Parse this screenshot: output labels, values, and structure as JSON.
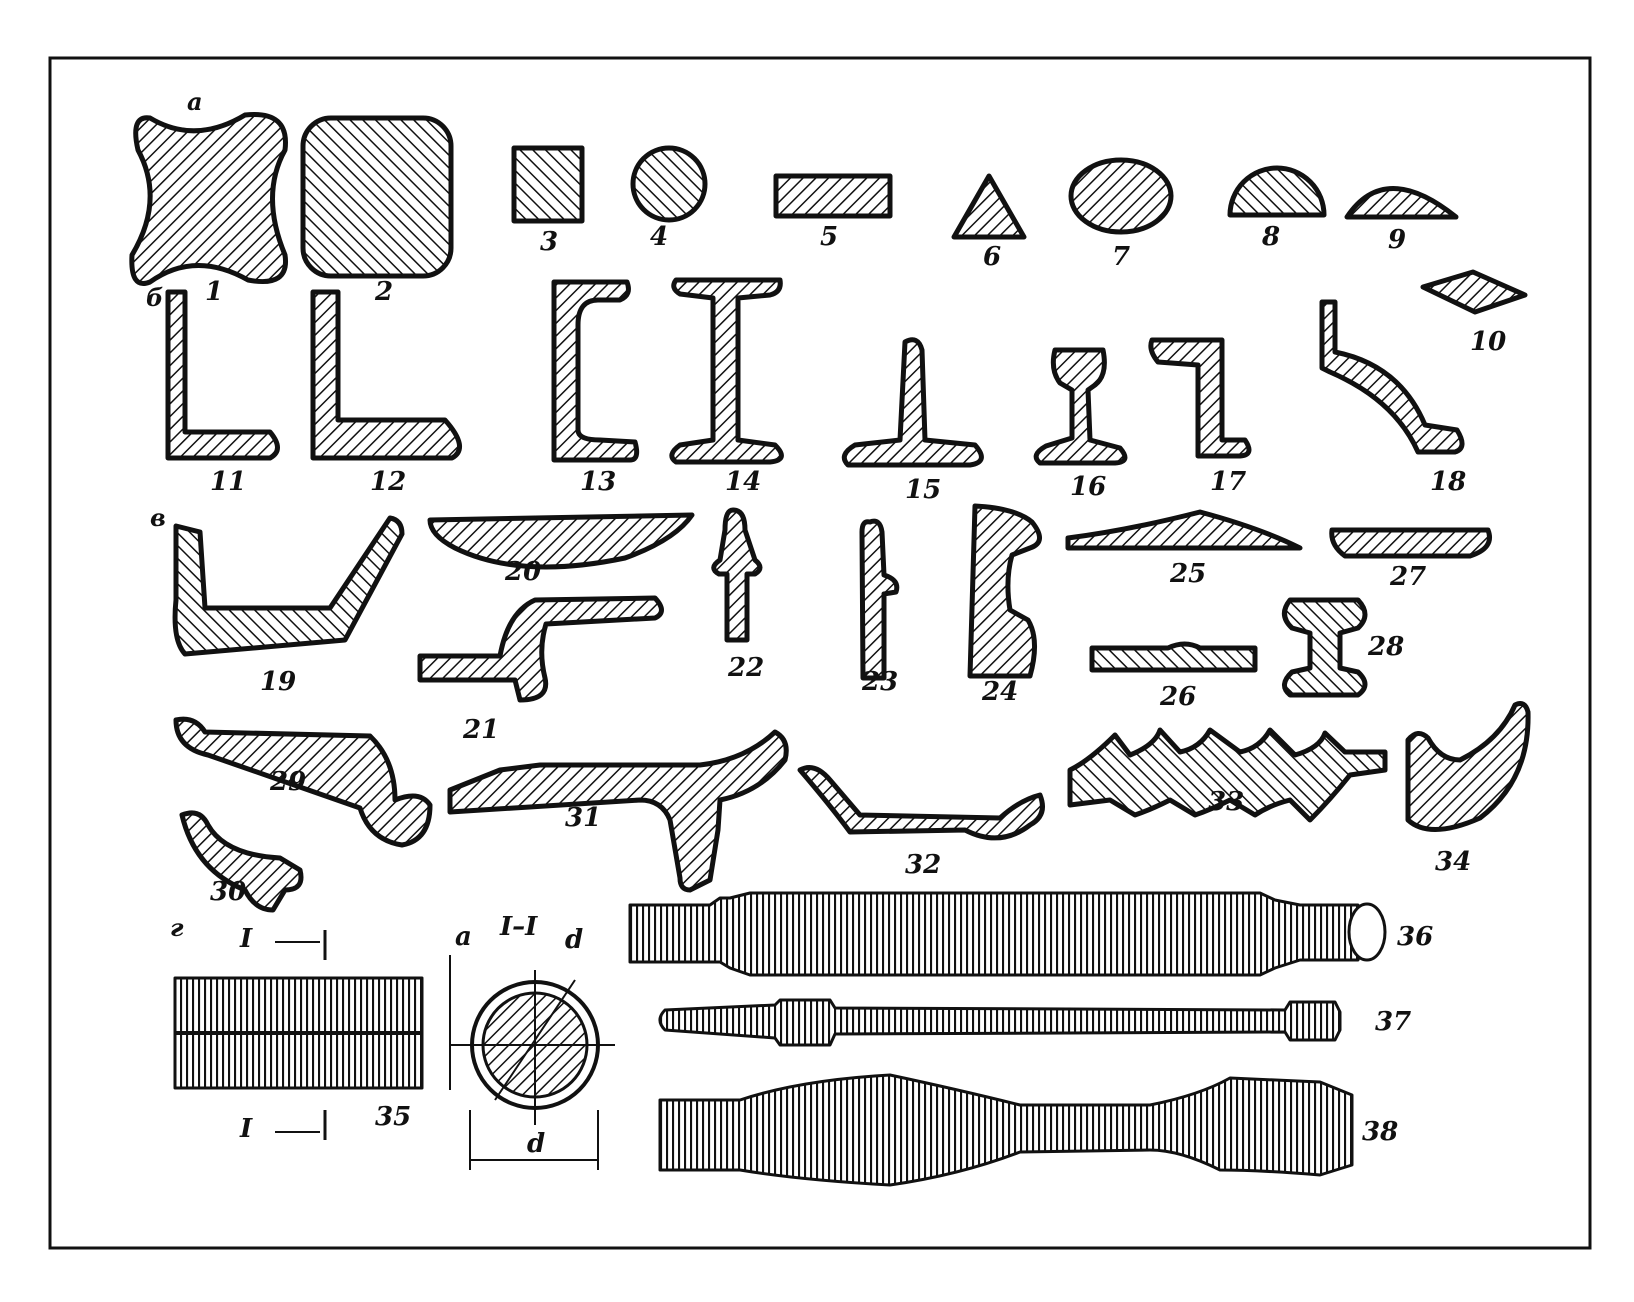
{
  "colors": {
    "ink": "#111111",
    "paper": "#ffffff"
  },
  "groups": [
    {
      "id": "a",
      "label": "а"
    },
    {
      "id": "b",
      "label": "б"
    },
    {
      "id": "c",
      "label": "в"
    },
    {
      "id": "d",
      "label": "г"
    }
  ],
  "section": {
    "cut_mark_top": "I",
    "cut_mark_bottom": "I",
    "title": "I–I",
    "dim_a": "a",
    "dim_d": "d",
    "dim_d1": "d"
  },
  "items": [
    {
      "id": "1",
      "label": "1"
    },
    {
      "id": "2",
      "label": "2"
    },
    {
      "id": "3",
      "label": "3"
    },
    {
      "id": "4",
      "label": "4"
    },
    {
      "id": "5",
      "label": "5"
    },
    {
      "id": "6",
      "label": "6"
    },
    {
      "id": "7",
      "label": "7"
    },
    {
      "id": "8",
      "label": "8"
    },
    {
      "id": "9",
      "label": "9"
    },
    {
      "id": "10",
      "label": "10"
    },
    {
      "id": "11",
      "label": "11"
    },
    {
      "id": "12",
      "label": "12"
    },
    {
      "id": "13",
      "label": "13"
    },
    {
      "id": "14",
      "label": "14"
    },
    {
      "id": "15",
      "label": "15"
    },
    {
      "id": "16",
      "label": "16"
    },
    {
      "id": "17",
      "label": "17"
    },
    {
      "id": "18",
      "label": "18"
    },
    {
      "id": "19",
      "label": "19"
    },
    {
      "id": "20",
      "label": "20"
    },
    {
      "id": "21",
      "label": "21"
    },
    {
      "id": "22",
      "label": "22"
    },
    {
      "id": "23",
      "label": "23"
    },
    {
      "id": "24",
      "label": "24"
    },
    {
      "id": "25",
      "label": "25"
    },
    {
      "id": "26",
      "label": "26"
    },
    {
      "id": "27",
      "label": "27"
    },
    {
      "id": "28",
      "label": "28"
    },
    {
      "id": "29",
      "label": "29"
    },
    {
      "id": "30",
      "label": "30"
    },
    {
      "id": "31",
      "label": "31"
    },
    {
      "id": "32",
      "label": "32"
    },
    {
      "id": "33",
      "label": "33"
    },
    {
      "id": "34",
      "label": "34"
    },
    {
      "id": "35",
      "label": "35"
    },
    {
      "id": "36",
      "label": "36"
    },
    {
      "id": "37",
      "label": "37"
    },
    {
      "id": "38",
      "label": "38"
    }
  ]
}
